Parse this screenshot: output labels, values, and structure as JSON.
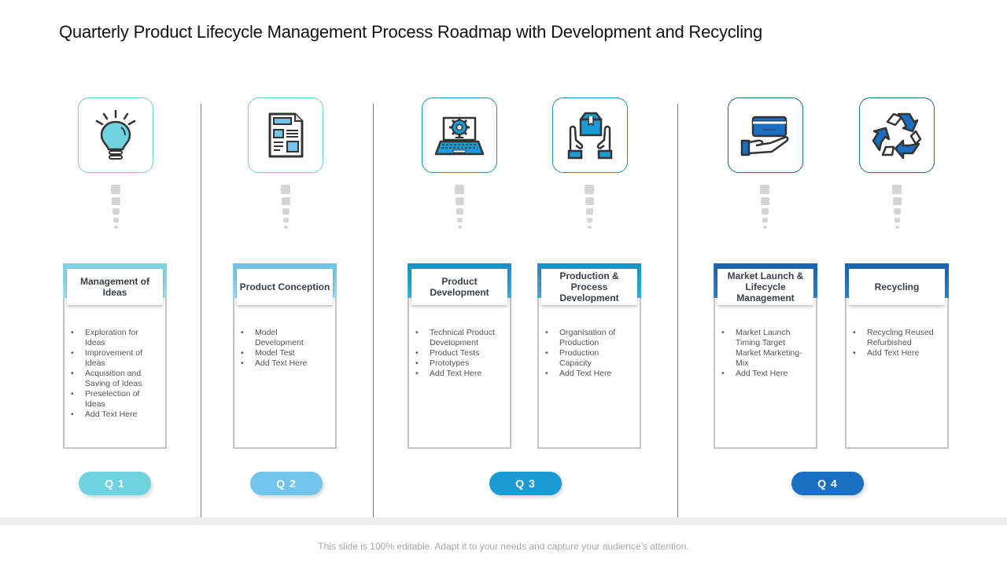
{
  "title": "Quarterly Product Lifecycle Management Process Roadmap with Development and Recycling",
  "footer": "This slide is 100% editable. Adapt it to your needs and capture your audience’s attention.",
  "colors": {
    "q1": "#6fd3df",
    "q2": "#72c4ea",
    "q3": "#1a9bd3",
    "q4": "#1b6fc1"
  },
  "quarters": [
    {
      "label": "Q 1"
    },
    {
      "label": "Q 2"
    },
    {
      "label": "Q 3"
    },
    {
      "label": "Q 4"
    }
  ],
  "stages": [
    {
      "icon": "lightbulb-icon",
      "heading": "Management of Ideas",
      "items": [
        "Exploration for Ideas",
        "Improvement of Ideas",
        "Acquisition and Saving of Ideas",
        "Preselection of Ideas",
        "Add Text Here"
      ]
    },
    {
      "icon": "document-icon",
      "heading": "Product Conception",
      "items": [
        "Model Development",
        "Model Test",
        "Add Text Here"
      ]
    },
    {
      "icon": "laptop-gear-icon",
      "heading": "Product Development",
      "items": [
        "Technical Product Development",
        "Product Tests",
        "Prototypes",
        "Add Text Here"
      ]
    },
    {
      "icon": "hands-box-icon",
      "heading": "Production & Process Development",
      "items": [
        "Organisation of Production",
        "Production Capacity",
        "Add Text Here"
      ]
    },
    {
      "icon": "hand-card-icon",
      "heading": "Market Launch & Lifecycle Management",
      "items": [
        "Market Launch Timing Target Market Marketing-Mix",
        "Add Text Here"
      ]
    },
    {
      "icon": "recycle-icon",
      "heading": "Recycling",
      "items": [
        "Recycling Reused Refurbished",
        "Add Text Here"
      ]
    }
  ]
}
